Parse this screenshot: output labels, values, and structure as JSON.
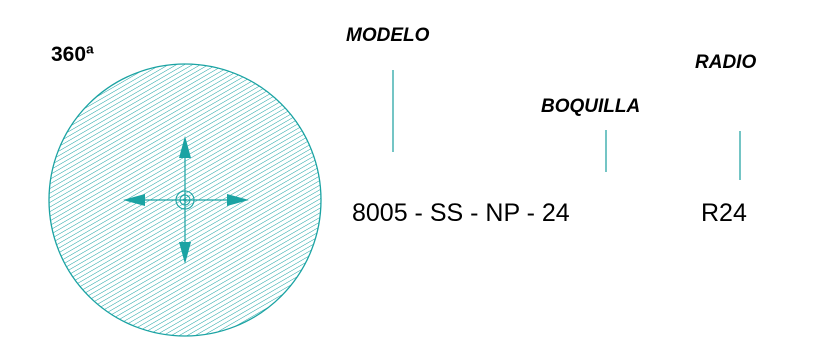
{
  "diagram": {
    "angle_label": "360ª",
    "labels": {
      "modelo": "MODELO",
      "boquilla": "BOQUILLA",
      "radio": "RADIO"
    },
    "model_code": "8005 - SS - NP - 24",
    "radius_code": "R24",
    "colors": {
      "pattern": "#1aa3a3",
      "leader_line": "#2aa6a6",
      "text": "#000000"
    }
  }
}
